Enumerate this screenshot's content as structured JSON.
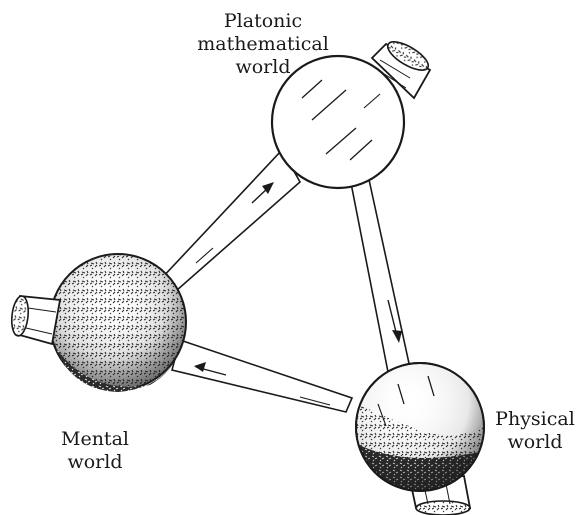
{
  "labels": {
    "platonic": [
      "Platonic",
      "mathematical",
      "world"
    ],
    "mental": [
      "Mental",
      "world"
    ],
    "physical": [
      "Physical",
      "world"
    ]
  },
  "colors": {
    "ink": "#1a1a1a",
    "paper": "#ffffff",
    "texture": "#2b2b2b"
  },
  "icons": {
    "platonic_sphere": "glass-sphere-icon",
    "mental_sphere": "textured-sphere-icon",
    "physical_sphere": "half-textured-sphere-icon",
    "cup": "cylinder-cup-icon"
  }
}
